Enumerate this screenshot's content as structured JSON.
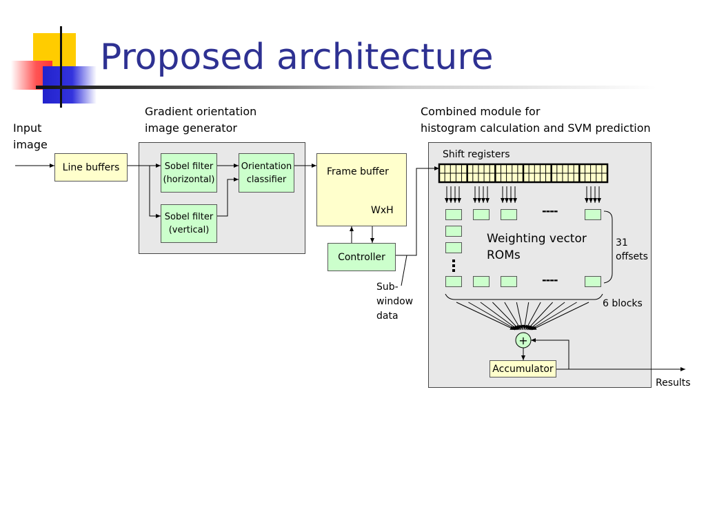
{
  "slide": {
    "title": "Proposed architecture",
    "colors": {
      "title": "#2e3192",
      "logo_yellow": "#ffcc00",
      "logo_red": "#ff3333",
      "logo_blue": "#3333cc"
    }
  },
  "diagram": {
    "input_label": [
      "Input",
      "image"
    ],
    "line_buffers": "Line buffers",
    "gradient_module": {
      "title": [
        "Gradient orientation",
        "image generator"
      ],
      "sobel_h": [
        "Sobel filter",
        "(horizontal)"
      ],
      "sobel_v": [
        "Sobel filter",
        "(vertical)"
      ],
      "orientation": [
        "Orientation",
        "classifier"
      ]
    },
    "frame_buffer": {
      "label": "Frame buffer",
      "size": "WxH"
    },
    "controller": "Controller",
    "sub_window": [
      "Sub-",
      "window",
      "data"
    ],
    "combined_module": {
      "title": [
        "Combined module for",
        "histogram calculation and SVM prediction"
      ],
      "shift_registers": "Shift registers",
      "weighting": [
        "Weighting vector",
        "ROMs"
      ],
      "offsets": [
        "31",
        "offsets"
      ],
      "blocks": "6 blocks",
      "dots_h": "----",
      "adder": "+",
      "accumulator": "Accumulator"
    },
    "results": "Results"
  }
}
